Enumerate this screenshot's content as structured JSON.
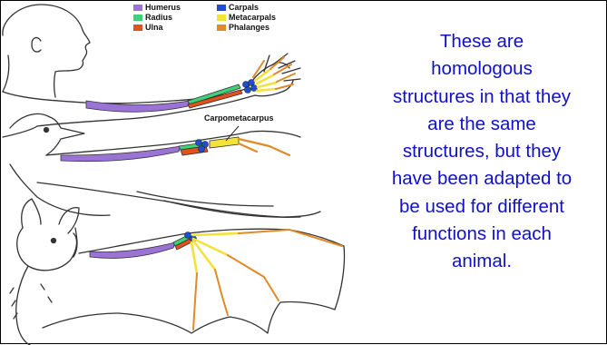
{
  "legend": {
    "col1": [
      {
        "label": "Humerus",
        "color": "#9b72d6"
      },
      {
        "label": "Radius",
        "color": "#3fd17a"
      },
      {
        "label": "Ulna",
        "color": "#e0521c"
      }
    ],
    "col2": [
      {
        "label": "Carpals",
        "color": "#1f4fd1"
      },
      {
        "label": "Metacarpals",
        "color": "#f2e23a"
      },
      {
        "label": "Phalanges",
        "color": "#e08a2a"
      }
    ]
  },
  "callout": {
    "label": "Carpometacarpus"
  },
  "caption": {
    "lines": [
      "These are",
      "homologous",
      "structures in that they",
      "are the same",
      "structures, but they",
      "have been adapted to",
      "be  used for different",
      "functions in each",
      "animal."
    ],
    "color": "#1010c8"
  },
  "colors": {
    "humerus": "#9b72d6",
    "radius": "#3fd17a",
    "ulna": "#e0521c",
    "carpals": "#1f4fd1",
    "metacarpals": "#f2e23a",
    "phalanges": "#e08a2a"
  }
}
